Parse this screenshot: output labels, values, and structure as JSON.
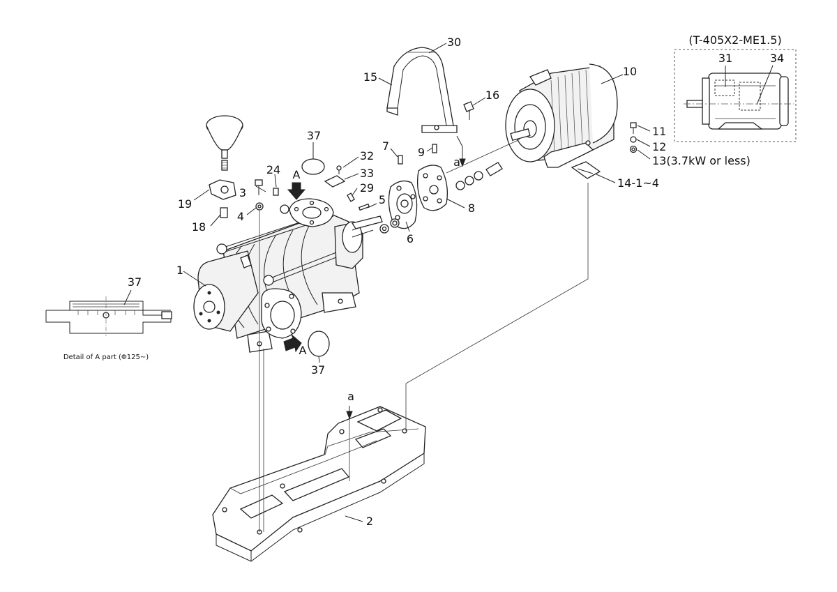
{
  "variant_box": {
    "title": "(T-405X2-ME1.5)",
    "labels": [
      "31",
      "34"
    ]
  },
  "detail": {
    "label": "37",
    "caption": "Detail of A part (Φ125∼)"
  },
  "view_markers": [
    "A",
    "A"
  ],
  "direction_markers": [
    "a",
    "a"
  ],
  "callouts": {
    "c1": "1",
    "c2": "2",
    "c3": "3",
    "c4": "4",
    "c5": "5",
    "c6": "6",
    "c7": "7",
    "c8": "8",
    "c9": "9",
    "c10": "10",
    "c11": "11",
    "c12": "12",
    "c13": "13(3.7kW or less)",
    "c14": "14-1~4",
    "c15": "15",
    "c16": "16",
    "c18": "18",
    "c19": "19",
    "c24": "24",
    "c29": "29",
    "c30": "30",
    "c32": "32",
    "c33": "33",
    "c37a": "37",
    "c37b": "37"
  }
}
